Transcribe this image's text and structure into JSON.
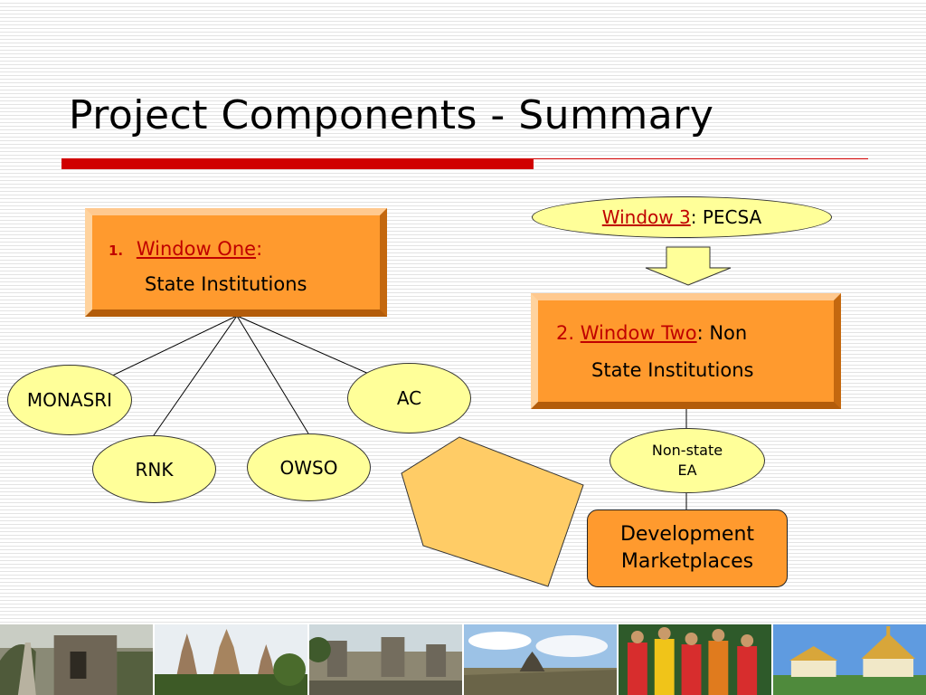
{
  "slide": {
    "title": "Project Components - Summary"
  },
  "window_one": {
    "number": "1.",
    "label": "Window One",
    "colon": ":",
    "subtitle": "State Institutions"
  },
  "window_two": {
    "number": "2.",
    "label": "Window Two",
    "suffix": ": Non",
    "subtitle": "State Institutions"
  },
  "window_three": {
    "label": "Window 3",
    "suffix": ": PECSA"
  },
  "institutions": [
    "MONASRI",
    "AC",
    "RNK",
    "OWSO"
  ],
  "non_state": {
    "line1": "Non-state",
    "line2": "EA"
  },
  "development": {
    "line1": "Development",
    "line2": "Marketplaces"
  },
  "photos": [
    {
      "icon": "temple-ruins-photo"
    },
    {
      "icon": "temple-towers-photo"
    },
    {
      "icon": "stone-statues-photo"
    },
    {
      "icon": "angkor-landscape-photo"
    },
    {
      "icon": "dancers-photo"
    },
    {
      "icon": "royal-palace-photo"
    }
  ],
  "colors": {
    "accent_red": "#c00000",
    "rule_red": "#d00000",
    "box_orange": "#ff9a2e",
    "ellipse_yellow": "#ffff99",
    "pentagon_fill": "#ffcc66"
  }
}
